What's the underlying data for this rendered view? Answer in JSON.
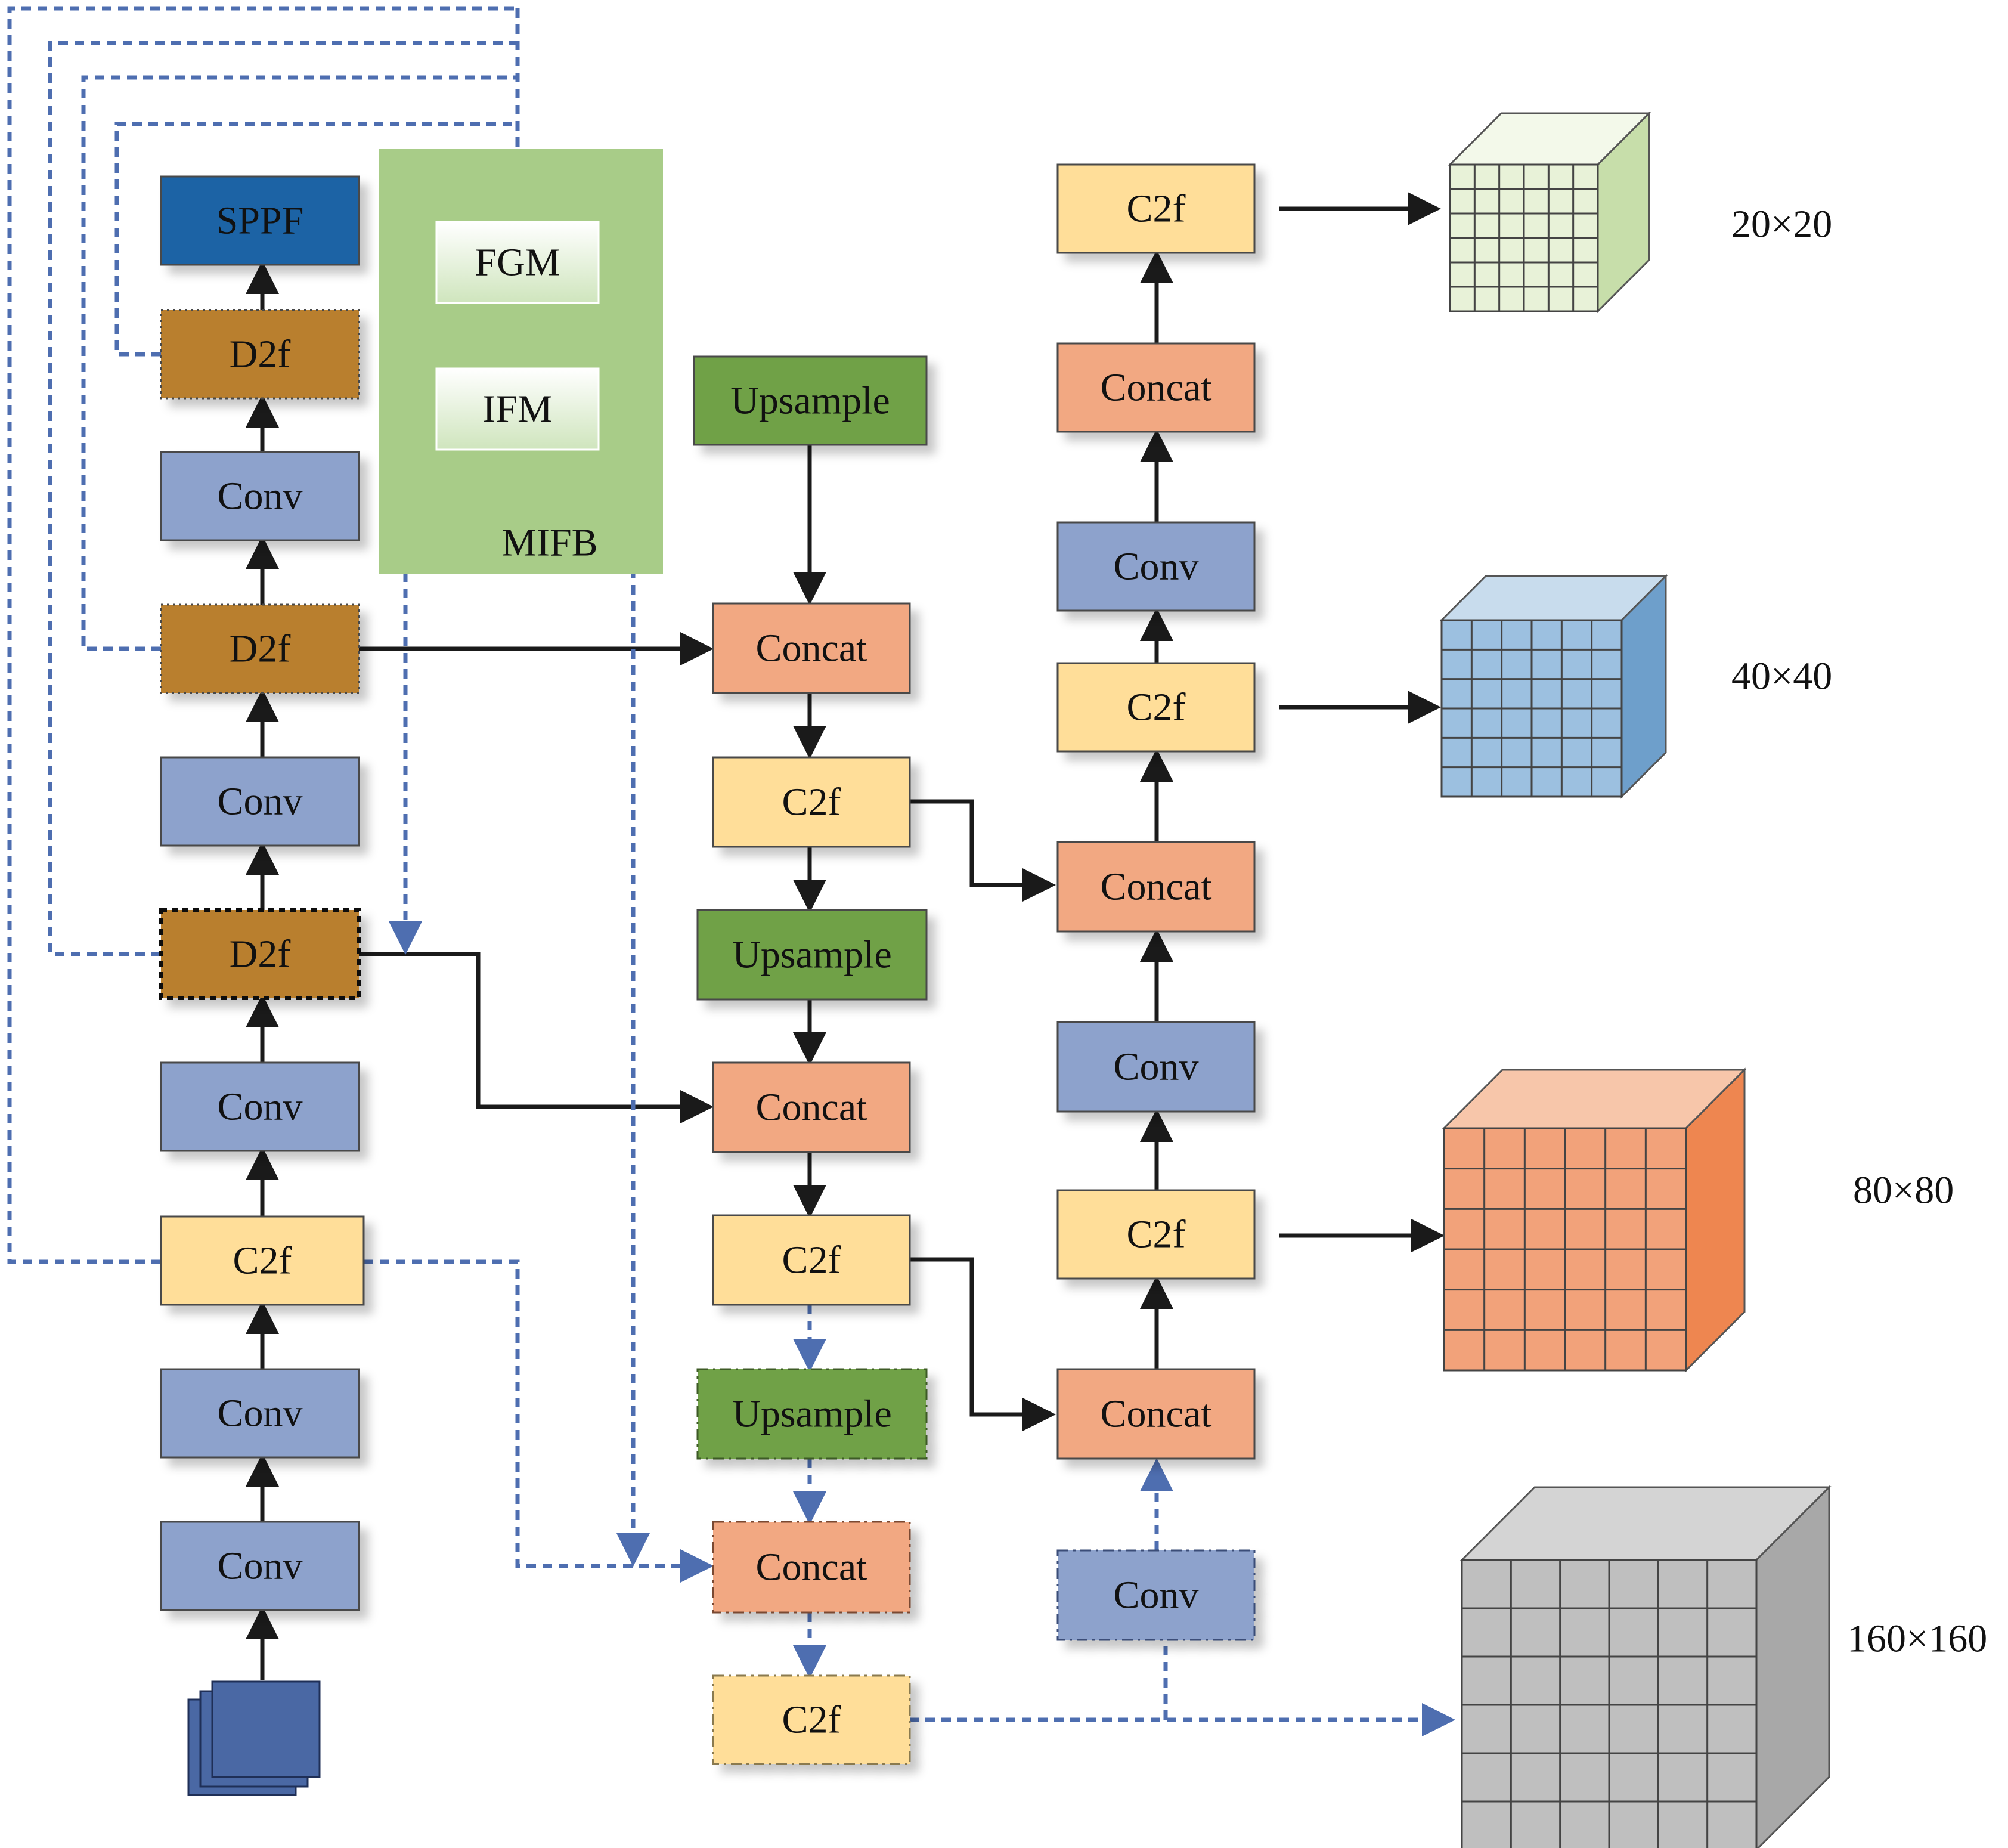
{
  "colors": {
    "conv": "#8da2cc",
    "d2f": "#b97f2d",
    "sppf": "#1f63a5",
    "c2f": "#ffde99",
    "concat": "#f2a882",
    "upsample": "#6fa147",
    "mifb": "#a8cc88",
    "mifb_inner": "#e6f1da",
    "input": "#4a68a4",
    "solid_arrow": "#1a1a1a",
    "dashed_arrow": "#4e6eb0",
    "cube_20": "#e8f2d8",
    "cube_40": "#9cc0e0",
    "cube_80": "#f2a27a",
    "cube_160": "#bfbfbf"
  },
  "backbone": {
    "sppf": "SPPF",
    "d2f_top": "D2f",
    "conv_1": "Conv",
    "d2f_mid": "D2f",
    "conv_2": "Conv",
    "d2f_low": "D2f",
    "conv_3": "Conv",
    "c2f": "C2f",
    "conv_4": "Conv",
    "conv_5": "Conv",
    "input_icon": "stacked-image-input-icon"
  },
  "mifb": {
    "fgm": "FGM",
    "ifm": "IFM",
    "label": "MIFB"
  },
  "neck_top_down": {
    "upsample_1": "Upsample",
    "concat_1": "Concat",
    "c2f_1": "C2f",
    "upsample_2": "Upsample",
    "concat_2": "Concat",
    "c2f_2": "C2f",
    "upsample_3": "Upsample",
    "concat_3": "Concat",
    "c2f_3": "C2f"
  },
  "neck_bottom_up": {
    "c2f_out1": "C2f",
    "concat_a": "Concat",
    "conv_a": "Conv",
    "c2f_out2": "C2f",
    "concat_b": "Concat",
    "conv_b": "Conv",
    "c2f_out3": "C2f",
    "concat_c": "Concat",
    "conv_c": "Conv"
  },
  "outputs": {
    "scale_20": "20×20",
    "scale_40": "40×40",
    "scale_80": "80×80",
    "scale_160": "160×160"
  }
}
